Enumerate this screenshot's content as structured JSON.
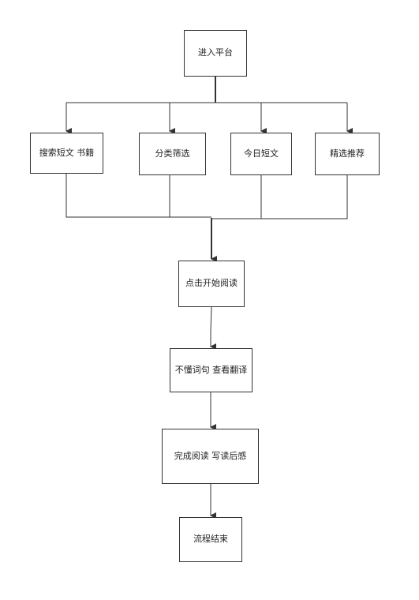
{
  "nodes": {
    "enter": "进入平台",
    "search": "搜索短文 书籍",
    "category": "分类筛选",
    "today": "今日短文",
    "picks": "精选推荐",
    "start_reading": "点击开始阅读",
    "translate": "不懂词句 查看翻译",
    "finish": "完成阅读 写读后感",
    "end": "流程结束"
  },
  "colors": {
    "line": "#333333",
    "border": "#333333",
    "background": "#ffffff"
  }
}
